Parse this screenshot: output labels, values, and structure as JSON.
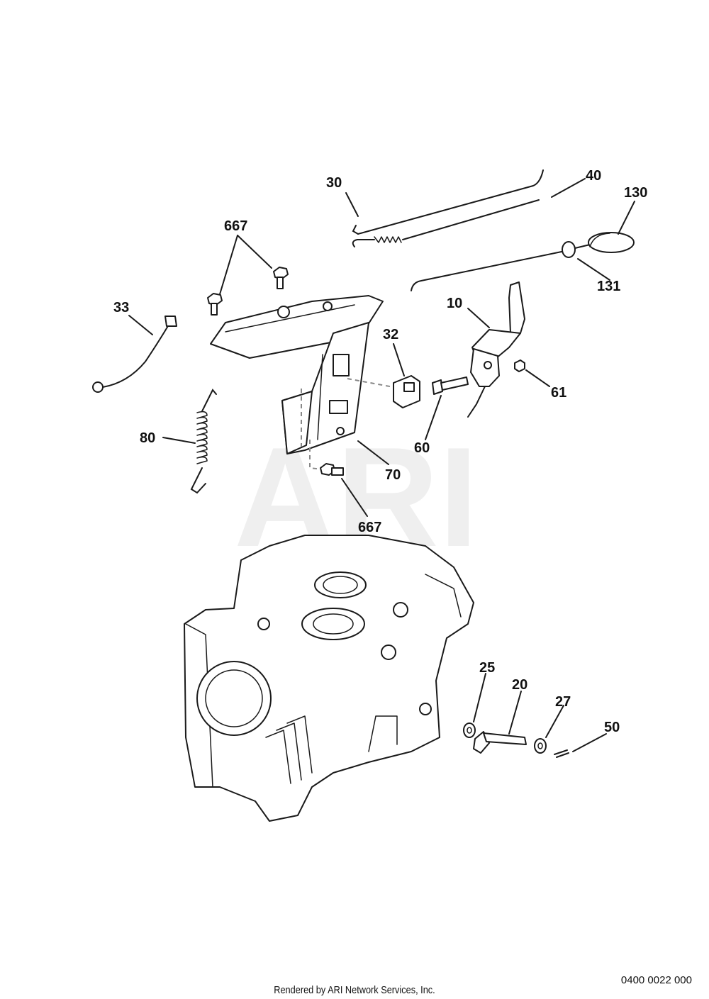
{
  "watermark": "ARI",
  "labels": {
    "p30": "30",
    "p40": "40",
    "p130": "130",
    "p667a": "667",
    "p131": "131",
    "p33": "33",
    "p10": "10",
    "p32": "32",
    "p61": "61",
    "p80": "80",
    "p60": "60",
    "p70": "70",
    "p667b": "667",
    "p25": "25",
    "p20": "20",
    "p27": "27",
    "p50": "50"
  },
  "footer": {
    "code": "0400 0022 000",
    "credit": "Rendered by ARI Network Services, Inc."
  }
}
